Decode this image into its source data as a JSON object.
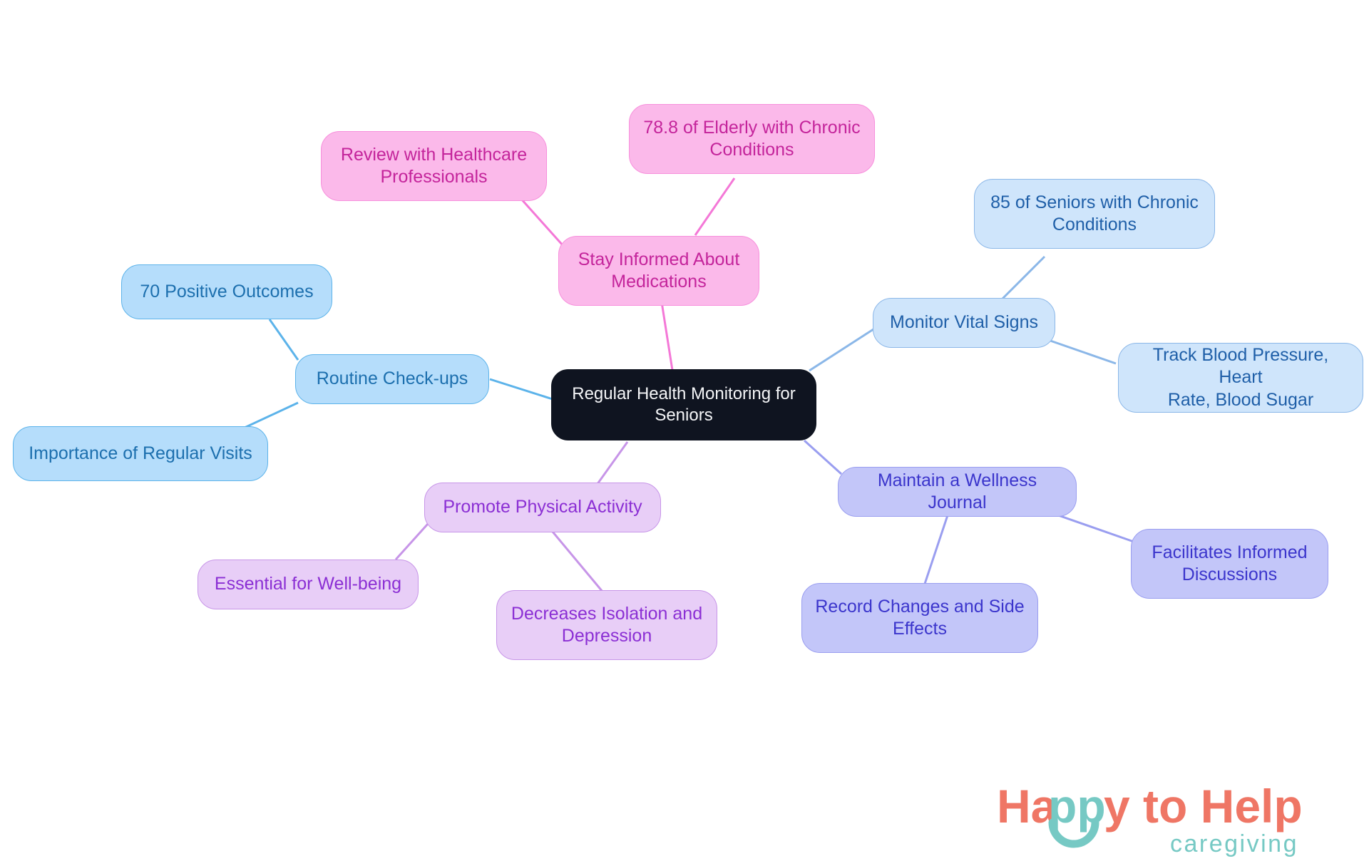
{
  "diagram": {
    "type": "mindmap",
    "title": "Regular Health Monitoring for Seniors",
    "background": "#ffffff",
    "root": {
      "id": "root",
      "label": "Regular Health Monitoring for\nSeniors",
      "fill": "#0f1420",
      "text_color": "#f4f5f7"
    },
    "branches": [
      {
        "id": "routine-checkups",
        "label": "Routine Check-ups",
        "fill": "#b5ddfb",
        "stroke": "#5cb3ea",
        "text_color": "#1c6fae",
        "children": [
          {
            "id": "positive-outcomes",
            "label": "70 Positive Outcomes"
          },
          {
            "id": "importance-regular-visits",
            "label": "Importance of Regular Visits"
          }
        ]
      },
      {
        "id": "stay-informed-medications",
        "label": "Stay Informed About\nMedications",
        "fill": "#fbb9ea",
        "stroke": "#f78fdc",
        "text_color": "#c4249b",
        "children": [
          {
            "id": "review-healthcare-professionals",
            "label": "Review with Healthcare\nProfessionals"
          },
          {
            "id": "elderly-chronic-conditions",
            "label": "78.8 of Elderly with Chronic\nConditions"
          }
        ]
      },
      {
        "id": "monitor-vital-signs",
        "label": "Monitor Vital Signs",
        "fill": "#cfe5fb",
        "stroke": "#8bb7e8",
        "text_color": "#1f5fa8",
        "children": [
          {
            "id": "seniors-chronic-conditions",
            "label": "85 of Seniors with Chronic\nConditions"
          },
          {
            "id": "track-blood-pressure",
            "label": "Track Blood Pressure, Heart\nRate, Blood Sugar"
          }
        ]
      },
      {
        "id": "maintain-wellness-journal",
        "label": "Maintain a Wellness Journal",
        "fill": "#c3c6f9",
        "stroke": "#9a9ef0",
        "text_color": "#3b35cc",
        "children": [
          {
            "id": "facilitates-informed-discussions",
            "label": "Facilitates Informed\nDiscussions"
          },
          {
            "id": "record-changes-side-effects",
            "label": "Record Changes and Side\nEffects"
          }
        ]
      },
      {
        "id": "promote-physical-activity",
        "label": "Promote Physical Activity",
        "fill": "#e8cef7",
        "stroke": "#c795e8",
        "text_color": "#8b2fd4",
        "children": [
          {
            "id": "essential-wellbeing",
            "label": "Essential for Well-being"
          },
          {
            "id": "decreases-isolation-depression",
            "label": "Decreases Isolation and\nDepression"
          }
        ]
      }
    ]
  },
  "logo": {
    "line1_part1": "Ha",
    "line1_part2": "pp",
    "line1_part3": "y to Help",
    "line2": "caregiving",
    "coral": "#ef7665",
    "teal": "#76c9c4"
  }
}
